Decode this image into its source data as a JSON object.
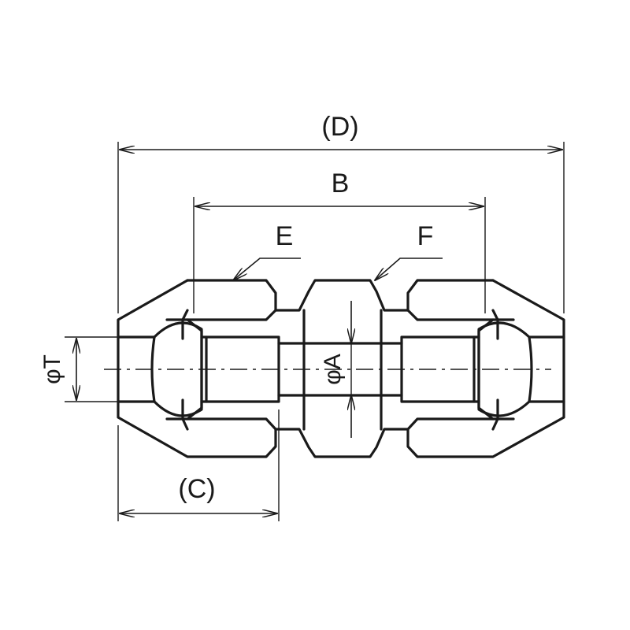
{
  "labels": {
    "overall_length": "(D)",
    "body_length": "B",
    "nut_left": "E",
    "body_hex": "F",
    "tube_od": "φT",
    "bore": "φA",
    "insertion": "(C)"
  }
}
